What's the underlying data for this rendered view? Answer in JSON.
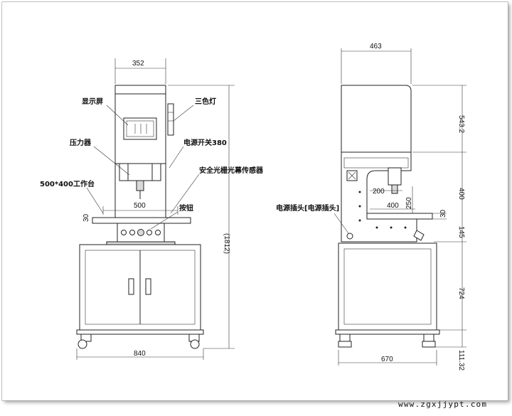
{
  "front_view": {
    "dim_top_width": "352",
    "dim_bottom_width": "840",
    "dim_height": "(1812)",
    "dim_table_width": "500",
    "dim_table_thick": "30",
    "labels": {
      "display": "显示屏",
      "tower_light": "三色灯",
      "pressure_sensor": "压力器",
      "power_switch": "电源开关380",
      "light_curtain": "安全光栅光幕传感器",
      "worktable": "500*400工作台",
      "buttons": "按钮"
    }
  },
  "side_view": {
    "dim_top_width": "463",
    "dim_head_height": "543.2",
    "dim_throat": "400",
    "dim_stroke": "200",
    "dim_table_depth": "400",
    "dim_250": "250",
    "dim_table_thick": "30",
    "dim_145": "145",
    "dim_724": "724",
    "dim_11132": "111.32",
    "dim_bottom_width": "670",
    "label_power_plug": "电源插头[电源插头]"
  },
  "watermark": "www.zgxjjypt.com"
}
